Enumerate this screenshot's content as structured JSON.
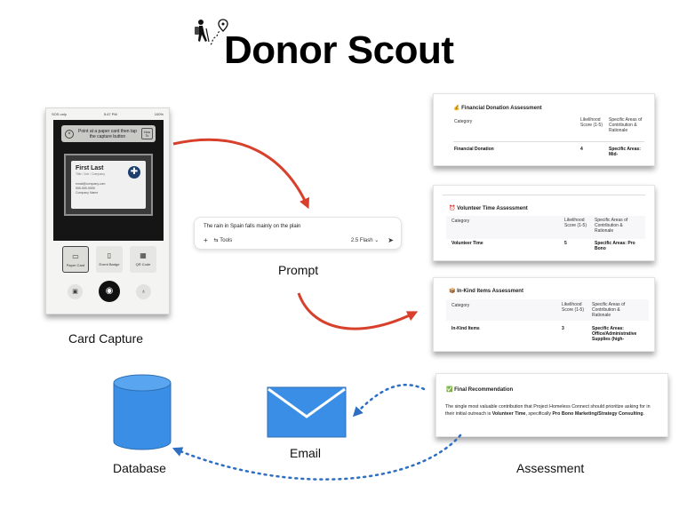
{
  "title": "Donor Scout",
  "captions": {
    "card_capture": "Card Capture",
    "prompt": "Prompt",
    "database": "Database",
    "email": "Email",
    "assessment": "Assessment"
  },
  "colors": {
    "arrow_red": "#d8402c",
    "dotted_blue": "#2e6fc4",
    "icon_blue": "#3a8ee6"
  },
  "phone": {
    "status_left": "SOS only",
    "status_center": "5:47 PM",
    "status_right": "100%",
    "hint": "Point at a paper card then tap the capture button",
    "hint_button": "How To",
    "card_name": "First Last",
    "card_title": "Title / Job / Company",
    "card_email": "email@company.com",
    "card_phone": "555-555-5555",
    "card_extra": "Company Name",
    "modes": [
      "Paper Card",
      "Event Badge",
      "QR Code"
    ]
  },
  "prompt_box": {
    "text": "The rain in Spain falls mainly on the plain",
    "plus": "+",
    "tools": "Tools",
    "model": "2.5 Flash"
  },
  "financial": {
    "title": "Financial Donation Assessment",
    "col_category": "Category",
    "col_score": "Likelihood Score (1-5)",
    "col_areas": "Specific Areas of Contribution & Rationale",
    "row_category": "Financial Donation",
    "row_score": "4",
    "row_areas": "Specific Areas: Mid-"
  },
  "volunteer": {
    "title": "Volunteer Time Assessment",
    "col_category": "Category",
    "col_score": "Likelihood Score (1-5)",
    "col_areas": "Specific Areas of Contribution & Rationale",
    "row_category": "Volunteer Time",
    "row_score": "5",
    "row_areas": "Specific Areas: Pro Bono"
  },
  "inkind": {
    "title": "In-Kind Items Assessment",
    "col_category": "Category",
    "col_score": "Likelihood Score (1-5)",
    "col_areas": "Specific Areas of Contribution & Rationale",
    "row_category": "In-Kind Items",
    "row_score": "3",
    "row_areas": "Specific Areas: Office/Administrative Supplies (high-"
  },
  "final": {
    "title": "Final Recommendation",
    "text_1": "The single most valuable contribution that Project Homeless Connect should prioritize asking for in their initial outreach is ",
    "bold_1": "Volunteer Time",
    "text_2": ", specifically ",
    "bold_2": "Pro Bono Marketing/Strategy Consulting",
    "text_3": "."
  }
}
